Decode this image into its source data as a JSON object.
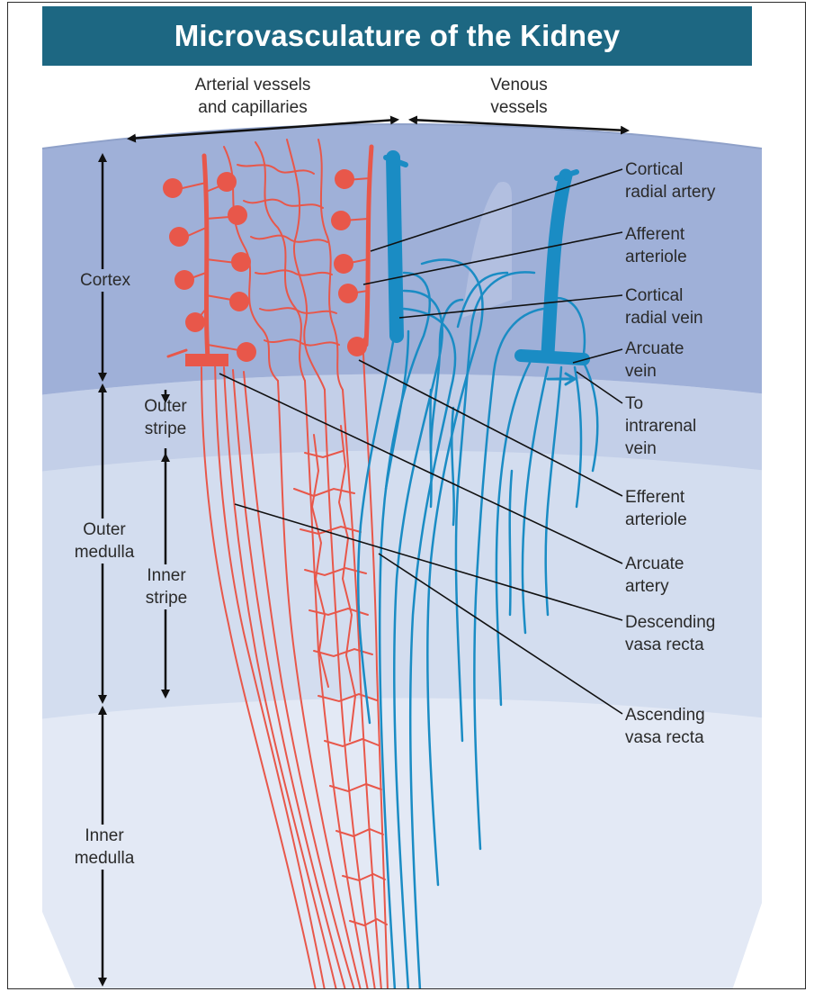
{
  "title": "Microvasculature of the Kidney",
  "header_labels": {
    "arterial": [
      "Arterial vessels",
      "and capillaries"
    ],
    "venous": [
      "Venous",
      "vessels"
    ]
  },
  "left_labels": {
    "cortex": [
      "Cortex"
    ],
    "outer_stripe": [
      "Outer",
      "stripe"
    ],
    "outer_medulla": [
      "Outer",
      "medulla"
    ],
    "inner_stripe": [
      "Inner",
      "stripe"
    ],
    "inner_medulla": [
      "Inner",
      "medulla"
    ]
  },
  "right_labels": {
    "cortical_radial_artery": [
      "Cortical",
      "radial artery"
    ],
    "afferent_arteriole": [
      "Afferent",
      "arteriole"
    ],
    "cortical_radial_vein": [
      "Cortical",
      "radial vein"
    ],
    "arcuate_vein": [
      "Arcuate",
      "vein"
    ],
    "to_intrarenal_vein": [
      "To",
      "intrarenal",
      "vein"
    ],
    "efferent_arteriole": [
      "Efferent",
      "arteriole"
    ],
    "arcuate_artery": [
      "Arcuate",
      "artery"
    ],
    "descending_vasa_recta": [
      "Descending",
      "vasa recta"
    ],
    "ascending_vasa_recta": [
      "Ascending",
      "vasa recta"
    ]
  },
  "colors": {
    "title_bg": "#1d6782",
    "cortex": "#9fb0d8",
    "outer_stripe": "#c3cfe8",
    "inner_stripe": "#d3ddef",
    "inner_medulla": "#e3e9f5",
    "artery": "#e8574a",
    "vein": "#1a8cc4"
  }
}
